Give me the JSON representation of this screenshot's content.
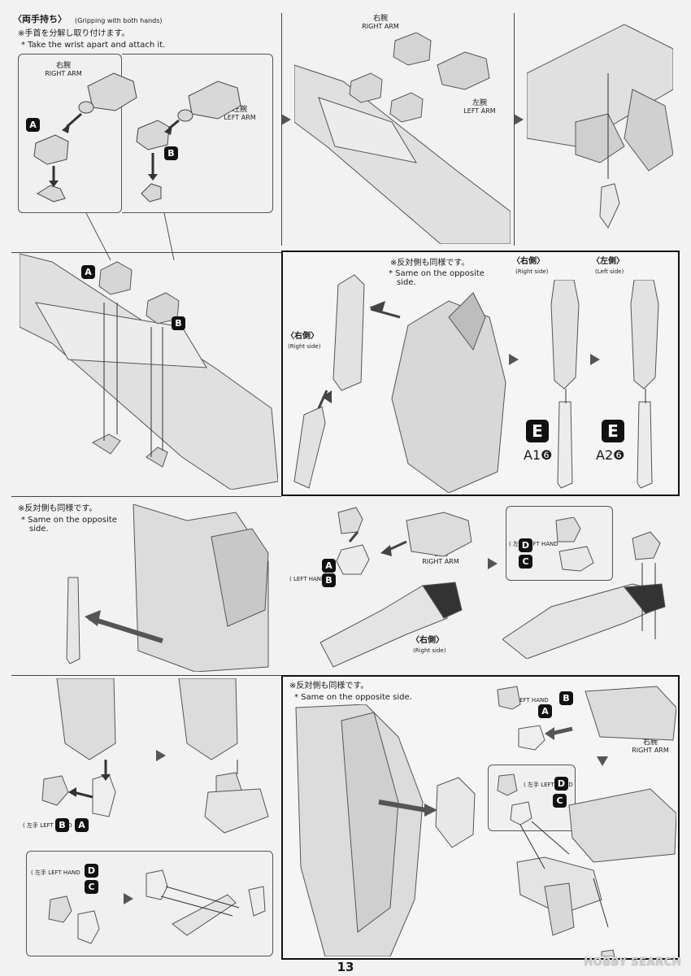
{
  "header": {
    "title_jp": "〈両手持ち〉",
    "title_en": "(Gripping with both hands)",
    "note_jp": "※手首を分解し取り付けます。",
    "note_en": "* Take the wrist apart and attach it."
  },
  "labels": {
    "right_arm_jp": "右腕",
    "right_arm_en": "RIGHT ARM",
    "left_arm_jp": "左腕",
    "left_arm_en": "LEFT ARM",
    "right_side_jp": "〈右側〉",
    "right_side_en": "(Right side)",
    "left_side_jp": "〈左側〉",
    "left_side_en": "(Left side)",
    "opposite_jp": "※反対側も同様です。",
    "opposite_en_a": "* Same on the opposite",
    "opposite_en_b": "side.",
    "opposite_en_full": "* Same on the opposite side.",
    "left_hand_jp": "左手",
    "left_hand_en": "LEFT HAND"
  },
  "badges": {
    "a": "A",
    "b": "B",
    "c": "C",
    "d": "D",
    "e": "E"
  },
  "parts": {
    "a16": "A1❻",
    "a26": "A2❻"
  },
  "footer": {
    "page_number": "13",
    "watermark": "HOBBY SEARCH"
  }
}
